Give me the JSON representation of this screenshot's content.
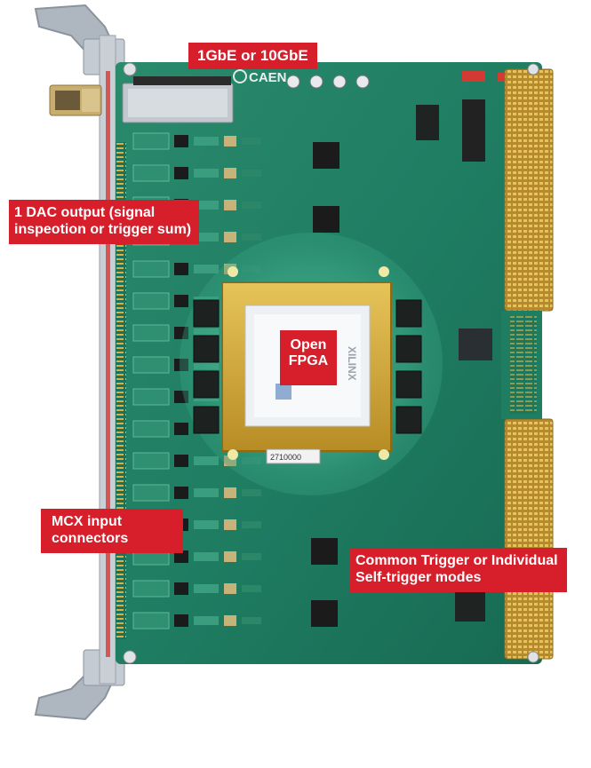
{
  "callouts": {
    "ethernet": "1GbE or 10GbE",
    "dac": {
      "line1": "1 DAC output (signal",
      "line2": "inspeotion or trigger sum)"
    },
    "fpga": {
      "line1": "Open",
      "line2": "FPGA"
    },
    "mcx": {
      "line1": "MCX input",
      "line2": "connectors"
    },
    "trigger": {
      "line1": "Common Trigger or Individual",
      "line2": "Self-trigger modes"
    }
  },
  "board_marks": {
    "brand": "CAEN",
    "chip_brand": "XILINX",
    "label_code": "2710000"
  },
  "colors": {
    "pcb": "#1f7d62",
    "pcb_dark": "#15604a",
    "callout_red": "#d71f2b",
    "gold": "#c9a23a",
    "panel": "#b9bfc6"
  }
}
